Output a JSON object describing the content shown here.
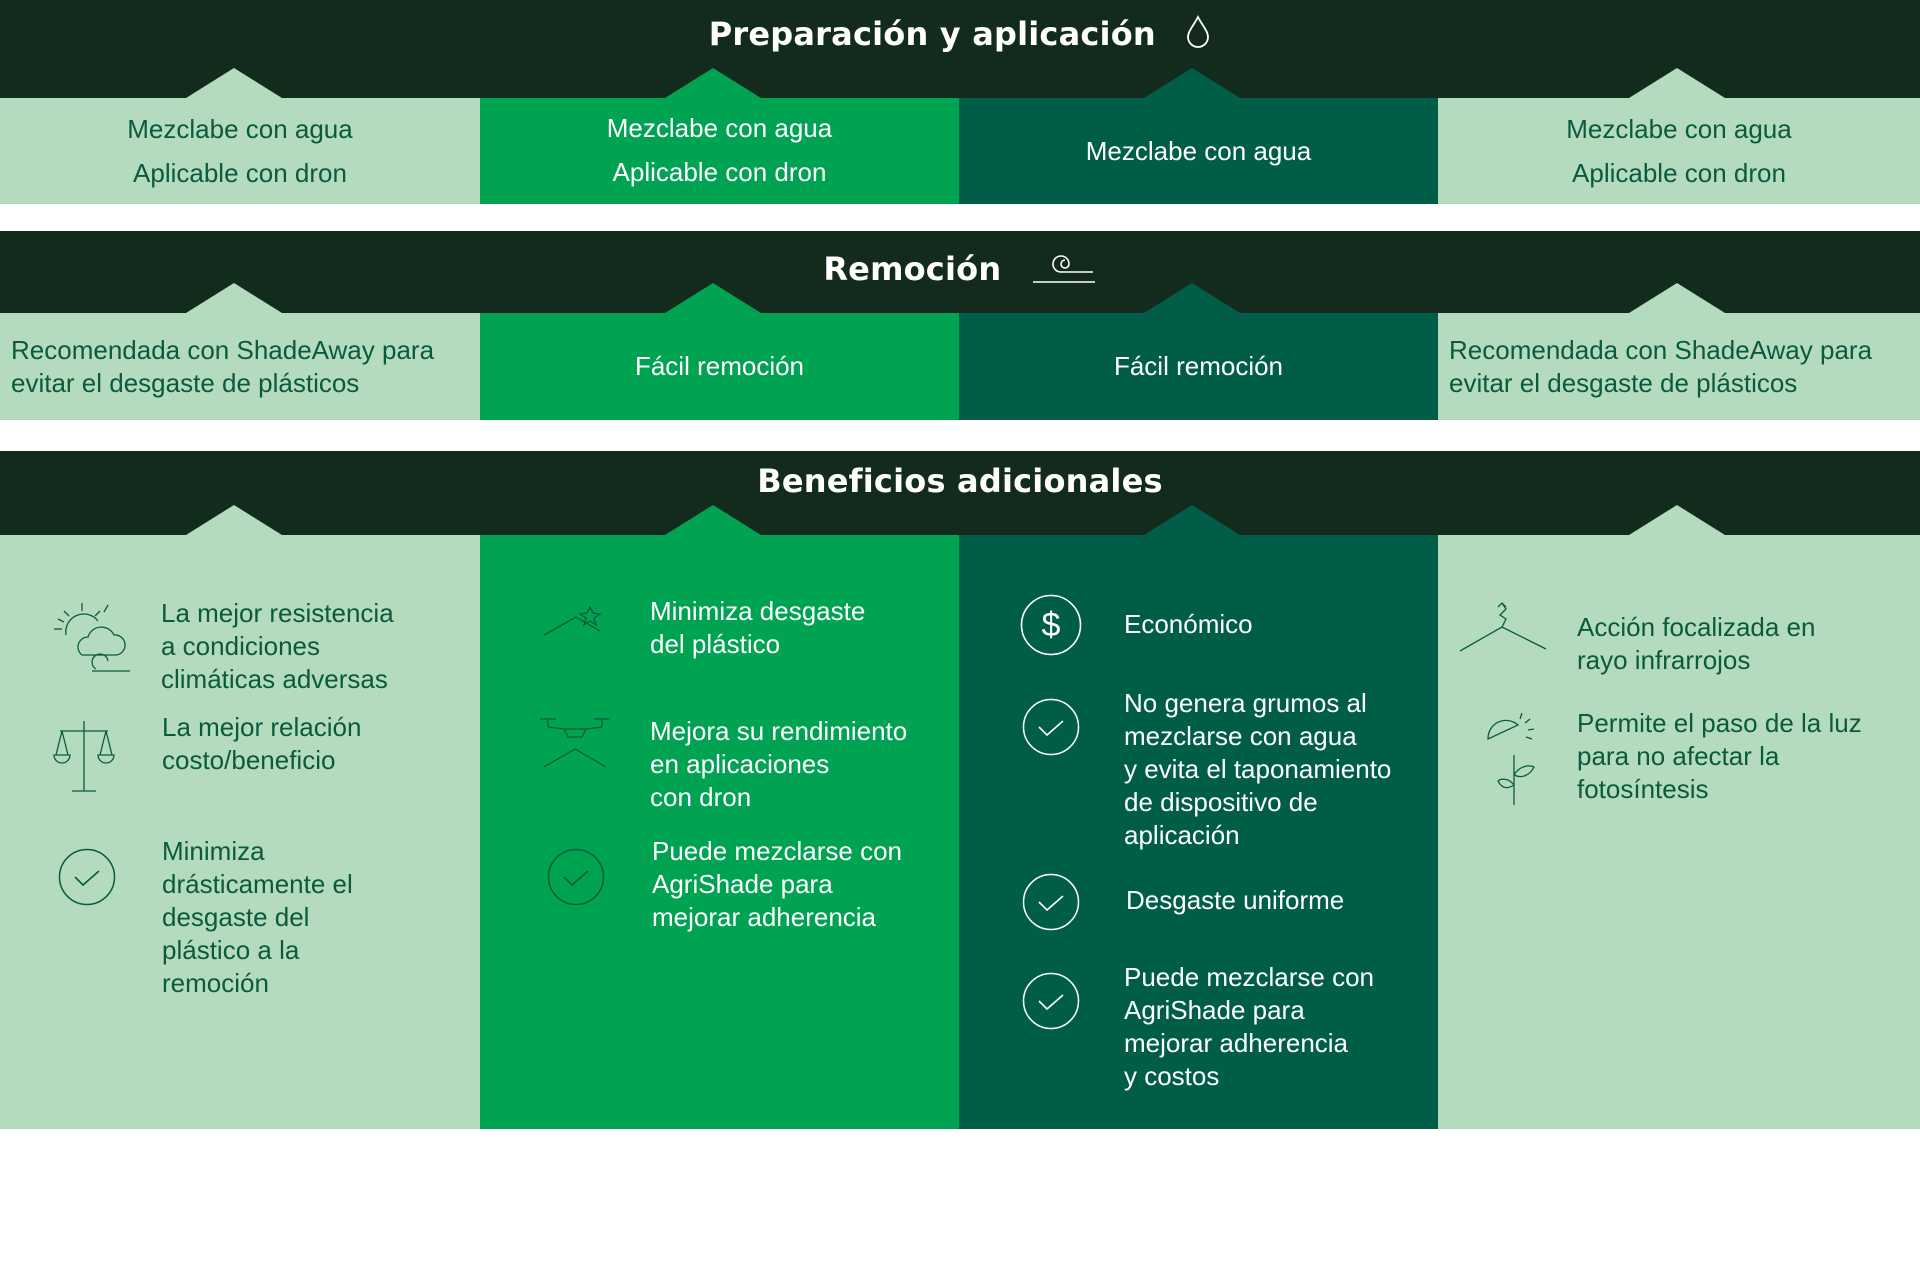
{
  "sections": {
    "prep": {
      "title": "Preparación y aplicación",
      "icon": "water-drop-icon",
      "cells": [
        {
          "line1": "Mezclabe con agua",
          "line2": "Aplicable con dron"
        },
        {
          "line1": "Mezclabe con agua",
          "line2": "Aplicable con dron"
        },
        {
          "line1": "Mezclabe con agua"
        },
        {
          "line1": "Mezclabe con agua",
          "line2": "Aplicable con dron"
        }
      ]
    },
    "removal": {
      "title": "Remoción",
      "icon": "wind-icon",
      "cells": [
        {
          "text": "Recomendada con ShadeAway para evitar el desgaste de plásticos"
        },
        {
          "text": "Fácil remoción"
        },
        {
          "text": "Fácil remoción"
        },
        {
          "text": "Recomendada con ShadeAway para evitar el desgaste de plásticos"
        }
      ]
    },
    "benefits": {
      "title": "Beneficios adicionales",
      "columns": [
        {
          "items": [
            {
              "icon": "sun-cloud-icon",
              "text": "La mejor resistencia\na condiciones\nclimáticas adversas"
            },
            {
              "icon": "balance-scale-icon",
              "text": "La mejor relación\ncosto/beneficio"
            },
            {
              "icon": "check-circle-icon",
              "text": "Minimiza\ndrásticamente el\ndesgaste del\nplástico a la\nremoción"
            }
          ]
        },
        {
          "items": [
            {
              "icon": "greenhouse-sparkle-icon",
              "text": "Minimiza desgaste\ndel plástico"
            },
            {
              "icon": "drone-icon",
              "text": "Mejora su rendimiento\nen aplicaciones\ncon dron"
            },
            {
              "icon": "check-circle-icon",
              "text": "Puede mezclarse con\nAgriShade para\nmejorar adherencia"
            }
          ]
        },
        {
          "items": [
            {
              "icon": "dollar-circle-icon",
              "text": "Económico"
            },
            {
              "icon": "check-circle-icon",
              "text": "No genera grumos al\nmezclarse con agua\ny evita el taponamiento\nde dispositivo de\naplicación"
            },
            {
              "icon": "check-circle-icon",
              "text": "Desgaste uniforme"
            },
            {
              "icon": "check-circle-icon",
              "text": "Puede mezclarse con\nAgriShade para\nmejorar adherencia\ny costos"
            }
          ]
        },
        {
          "items": [
            {
              "icon": "greenhouse-ray-icon",
              "text": "Acción focalizada en\nrayo infrarrojos"
            },
            {
              "icon": "sun-plant-icon",
              "text": "Permite el paso de la luz\npara no afectar la\nfotosíntesis"
            }
          ]
        }
      ]
    }
  },
  "colors": {
    "band": "#132b1d",
    "light_green": "#b5dbbe",
    "bright_green": "#00a352",
    "dark_green": "#005e48",
    "text_dark": "#0a5b3d",
    "text_light": "#ffffff"
  }
}
